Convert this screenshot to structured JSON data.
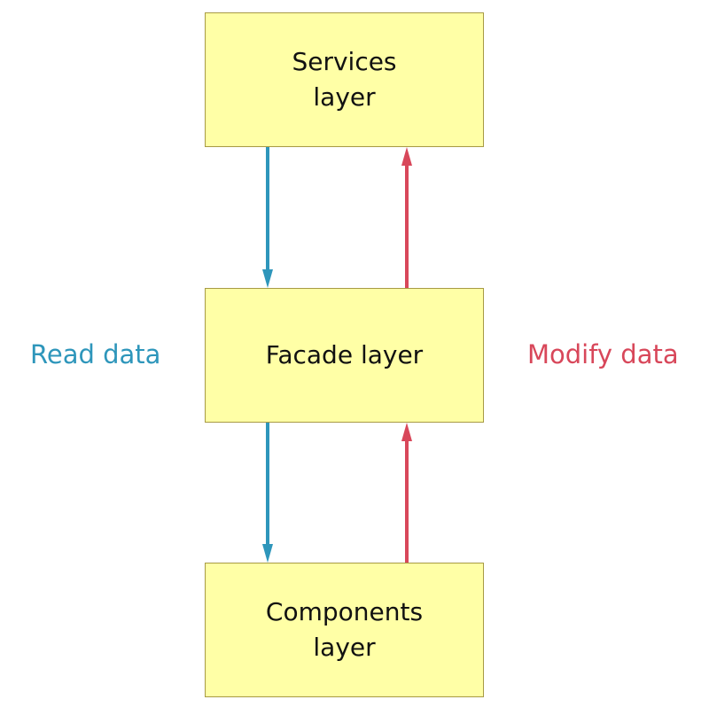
{
  "layers": {
    "services": {
      "line1": "Services",
      "line2": "layer"
    },
    "facade": {
      "line1": "Facade layer"
    },
    "components": {
      "line1": "Components",
      "line2": "layer"
    }
  },
  "labels": {
    "read": "Read data",
    "modify": "Modify data"
  },
  "colors": {
    "read": "#2e96bb",
    "modify": "#d8475a",
    "box_fill": "#ffffa6",
    "box_border": "#a79a44"
  }
}
